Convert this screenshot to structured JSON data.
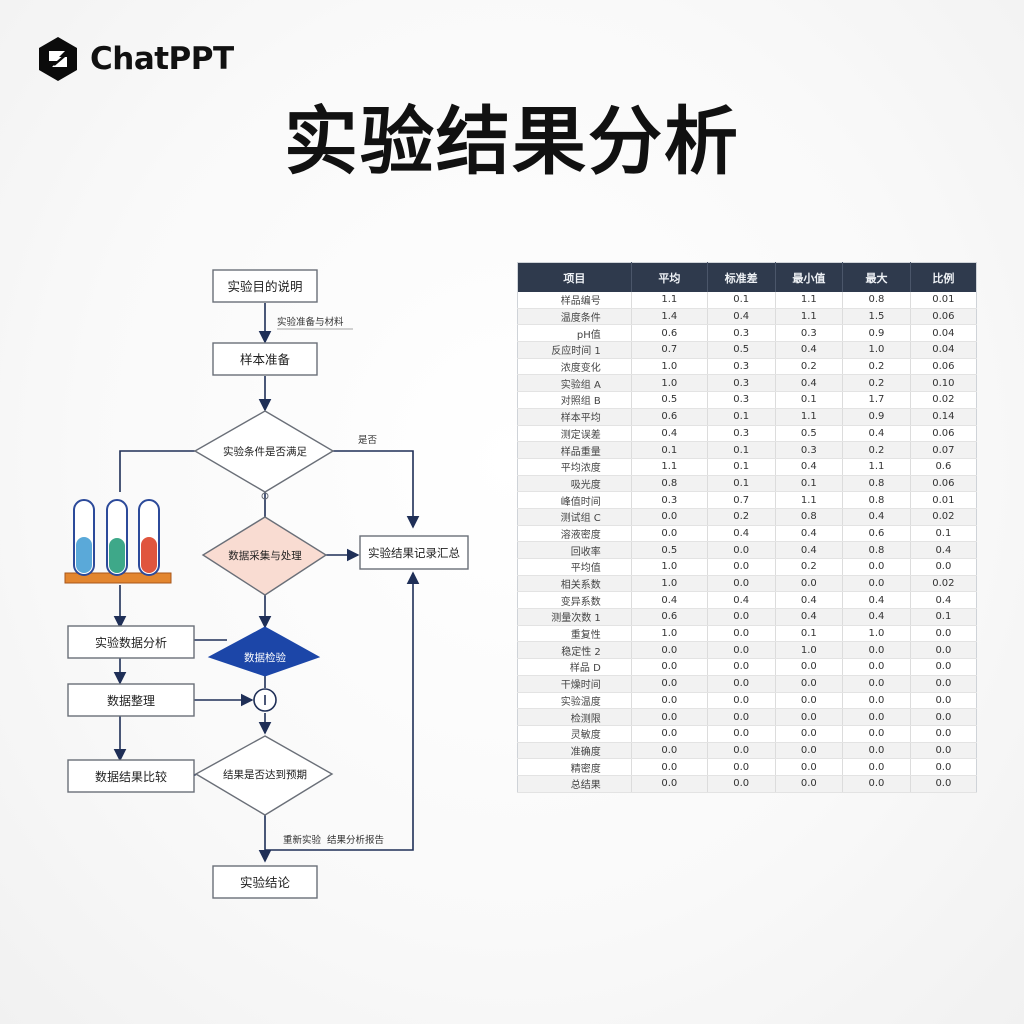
{
  "brand": {
    "name": "ChatPPT"
  },
  "title": "实验结果分析",
  "colors": {
    "header_bg": "#2f3a4d",
    "arrow": "#1f2f57",
    "diamond_blue": "#1c46a8",
    "diamond_pink": "#f9dcd2"
  },
  "flowchart": {
    "start_box": "实验目的说明",
    "arrow_label_1": "实验准备与材料",
    "step_2": "样本准备",
    "decision_1": "实验条件是否满足",
    "branch_label_yes": "是否",
    "decision_2": "数据采集与处理",
    "side_result": "实验结果记录汇总",
    "left_step_1": "实验数据分析",
    "blue_decision": "数据检验",
    "left_step_2": "数据整理",
    "decision_3": "结果是否达到预期",
    "left_step_3": "数据结果比较",
    "bottom_label_1": "重新实验",
    "bottom_label_2": "结果分析报告",
    "end_box": "实验结论"
  },
  "table": {
    "headers": [
      "项目",
      "平均",
      "标准差",
      "最小值",
      "最大",
      "比例"
    ],
    "rows": [
      [
        "样品编号",
        "1.1",
        "0.1",
        "1.1",
        "0.8",
        "0.01"
      ],
      [
        "温度条件",
        "1.4",
        "0.4",
        "1.1",
        "1.5",
        "0.06"
      ],
      [
        "pH值",
        "0.6",
        "0.3",
        "0.3",
        "0.9",
        "0.04"
      ],
      [
        "反应时间 1",
        "0.7",
        "0.5",
        "0.4",
        "1.0",
        "0.04"
      ],
      [
        "浓度变化",
        "1.0",
        "0.3",
        "0.2",
        "0.2",
        "0.06"
      ],
      [
        "实验组 A",
        "1.0",
        "0.3",
        "0.4",
        "0.2",
        "0.10"
      ],
      [
        "对照组 B",
        "0.5",
        "0.3",
        "0.1",
        "1.7",
        "0.02"
      ],
      [
        "样本平均",
        "0.6",
        "0.1",
        "1.1",
        "0.9",
        "0.14"
      ],
      [
        "测定误差",
        "0.4",
        "0.3",
        "0.5",
        "0.4",
        "0.06"
      ],
      [
        "样品重量",
        "0.1",
        "0.1",
        "0.3",
        "0.2",
        "0.07"
      ],
      [
        "平均浓度",
        "1.1",
        "0.1",
        "0.4",
        "1.1",
        "0.6"
      ],
      [
        "吸光度",
        "0.8",
        "0.1",
        "0.1",
        "0.8",
        "0.06"
      ],
      [
        "峰值时间",
        "0.3",
        "0.7",
        "1.1",
        "0.8",
        "0.01"
      ],
      [
        "测试组 C",
        "0.0",
        "0.2",
        "0.8",
        "0.4",
        "0.02"
      ],
      [
        "溶液密度",
        "0.0",
        "0.4",
        "0.4",
        "0.6",
        "0.1"
      ],
      [
        "回收率",
        "0.5",
        "0.0",
        "0.4",
        "0.8",
        "0.4"
      ],
      [
        "平均值",
        "1.0",
        "0.0",
        "0.2",
        "0.0",
        "0.0"
      ],
      [
        "相关系数",
        "1.0",
        "0.0",
        "0.0",
        "0.0",
        "0.02"
      ],
      [
        "变异系数",
        "0.4",
        "0.4",
        "0.4",
        "0.4",
        "0.4"
      ],
      [
        "测量次数 1",
        "0.6",
        "0.0",
        "0.4",
        "0.4",
        "0.1"
      ],
      [
        "重复性",
        "1.0",
        "0.0",
        "0.1",
        "1.0",
        "0.0"
      ],
      [
        "稳定性 2",
        "0.0",
        "0.0",
        "1.0",
        "0.0",
        "0.0"
      ],
      [
        "样品 D",
        "0.0",
        "0.0",
        "0.0",
        "0.0",
        "0.0"
      ],
      [
        "干燥时间",
        "0.0",
        "0.0",
        "0.0",
        "0.0",
        "0.0"
      ],
      [
        "实验温度",
        "0.0",
        "0.0",
        "0.0",
        "0.0",
        "0.0"
      ],
      [
        "检测限",
        "0.0",
        "0.0",
        "0.0",
        "0.0",
        "0.0"
      ],
      [
        "灵敏度",
        "0.0",
        "0.0",
        "0.0",
        "0.0",
        "0.0"
      ],
      [
        "准确度",
        "0.0",
        "0.0",
        "0.0",
        "0.0",
        "0.0"
      ],
      [
        "精密度",
        "0.0",
        "0.0",
        "0.0",
        "0.0",
        "0.0"
      ],
      [
        "总结果",
        "0.0",
        "0.0",
        "0.0",
        "0.0",
        "0.0"
      ]
    ]
  }
}
